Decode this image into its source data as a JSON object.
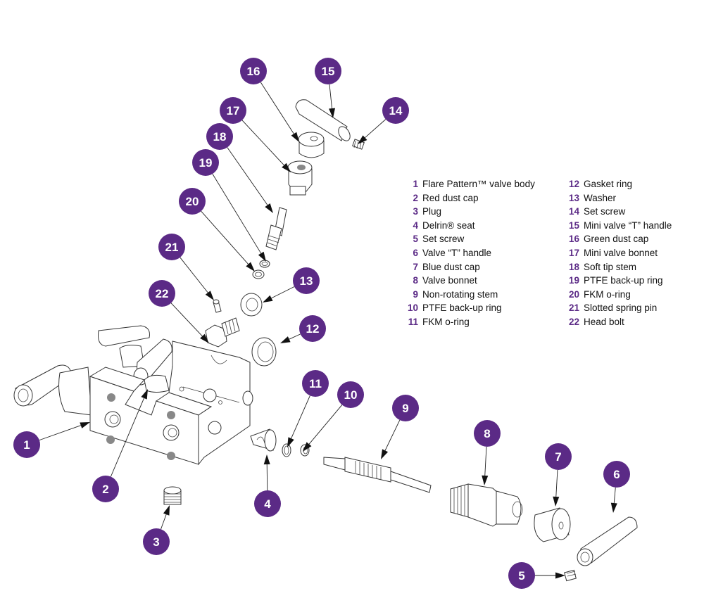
{
  "title": "Flare Pattern valve exploded parts diagram",
  "colors": {
    "callout": "#5b2a86",
    "callout_text": "#ffffff",
    "legend_number": "#5b2a86",
    "legend_text": "#111111",
    "line_art": "#333333"
  },
  "legend": {
    "left": [
      {
        "num": "1",
        "label": "Flare Pattern™ valve body"
      },
      {
        "num": "2",
        "label": "Red dust cap"
      },
      {
        "num": "3",
        "label": "Plug"
      },
      {
        "num": "4",
        "label": "Delrin® seat"
      },
      {
        "num": "5",
        "label": "Set screw"
      },
      {
        "num": "6",
        "label": "Valve “T” handle"
      },
      {
        "num": "7",
        "label": "Blue dust cap"
      },
      {
        "num": "8",
        "label": "Valve bonnet"
      },
      {
        "num": "9",
        "label": "Non-rotating stem"
      },
      {
        "num": "10",
        "label": "PTFE back-up ring"
      },
      {
        "num": "11",
        "label": "FKM o-ring"
      }
    ],
    "right": [
      {
        "num": "12",
        "label": "Gasket ring"
      },
      {
        "num": "13",
        "label": "Washer"
      },
      {
        "num": "14",
        "label": "Set screw"
      },
      {
        "num": "15",
        "label": "Mini valve “T” handle"
      },
      {
        "num": "16",
        "label": "Green dust cap"
      },
      {
        "num": "17",
        "label": "Mini valve bonnet"
      },
      {
        "num": "18",
        "label": "Soft tip stem"
      },
      {
        "num": "19",
        "label": "PTFE back-up ring"
      },
      {
        "num": "20",
        "label": "FKM o-ring"
      },
      {
        "num": "21",
        "label": "Slotted spring pin"
      },
      {
        "num": "22",
        "label": "Head bolt"
      }
    ]
  },
  "callouts": [
    {
      "num": "1",
      "part": "Flare Pattern™ valve body"
    },
    {
      "num": "2",
      "part": "Red dust cap"
    },
    {
      "num": "3",
      "part": "Plug"
    },
    {
      "num": "4",
      "part": "Delrin® seat"
    },
    {
      "num": "5",
      "part": "Set screw"
    },
    {
      "num": "6",
      "part": "Valve “T” handle"
    },
    {
      "num": "7",
      "part": "Blue dust cap"
    },
    {
      "num": "8",
      "part": "Valve bonnet"
    },
    {
      "num": "9",
      "part": "Non-rotating stem"
    },
    {
      "num": "10",
      "part": "PTFE back-up ring"
    },
    {
      "num": "11",
      "part": "FKM o-ring"
    },
    {
      "num": "12",
      "part": "Gasket ring"
    },
    {
      "num": "13",
      "part": "Washer"
    },
    {
      "num": "14",
      "part": "Set screw"
    },
    {
      "num": "15",
      "part": "Mini valve “T” handle"
    },
    {
      "num": "16",
      "part": "Green dust cap"
    },
    {
      "num": "17",
      "part": "Mini valve bonnet"
    },
    {
      "num": "18",
      "part": "Soft tip stem"
    },
    {
      "num": "19",
      "part": "PTFE back-up ring"
    },
    {
      "num": "20",
      "part": "FKM o-ring"
    },
    {
      "num": "21",
      "part": "Slotted spring pin"
    },
    {
      "num": "22",
      "part": "Head bolt"
    }
  ]
}
